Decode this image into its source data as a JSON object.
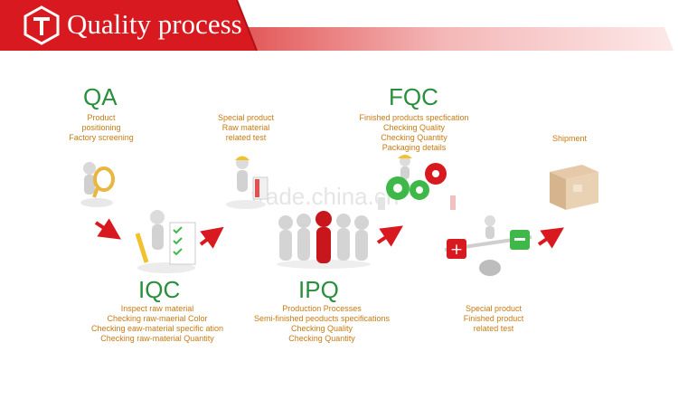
{
  "header": {
    "title": "Quality process",
    "colors": {
      "banner": "#d8191f",
      "banner_fade": "#f3c6c6"
    }
  },
  "stages": {
    "qa": {
      "title": "QA",
      "lines": [
        "Product",
        "positioning",
        "Factory screening"
      ]
    },
    "special1": {
      "lines": [
        "Special product",
        "Raw material",
        "related test"
      ]
    },
    "fqc": {
      "title": "FQC",
      "lines": [
        "Finished products specfication",
        "Checking Quality",
        "Checking Quantity",
        "Packaging details"
      ]
    },
    "shipment": {
      "lines": [
        "Shipment"
      ]
    },
    "iqc": {
      "title": "IQC",
      "lines": [
        "Inspect raw material",
        "Checking raw-maerial Color",
        "Checking eaw-material specific ation",
        "Checking raw-material Quantity"
      ]
    },
    "ipq": {
      "title": "IPQ",
      "lines": [
        "Production Processes",
        "Semi-finished peoducts specifications",
        "Checking Quality",
        "Checking Quantity"
      ]
    },
    "special2": {
      "lines": [
        "Special product",
        "Finished product",
        "related test"
      ]
    }
  },
  "watermark": "trade.china.cn",
  "colors": {
    "heading": "#2a8f3c",
    "text": "#c97a12",
    "arrow": "#d8191f"
  }
}
